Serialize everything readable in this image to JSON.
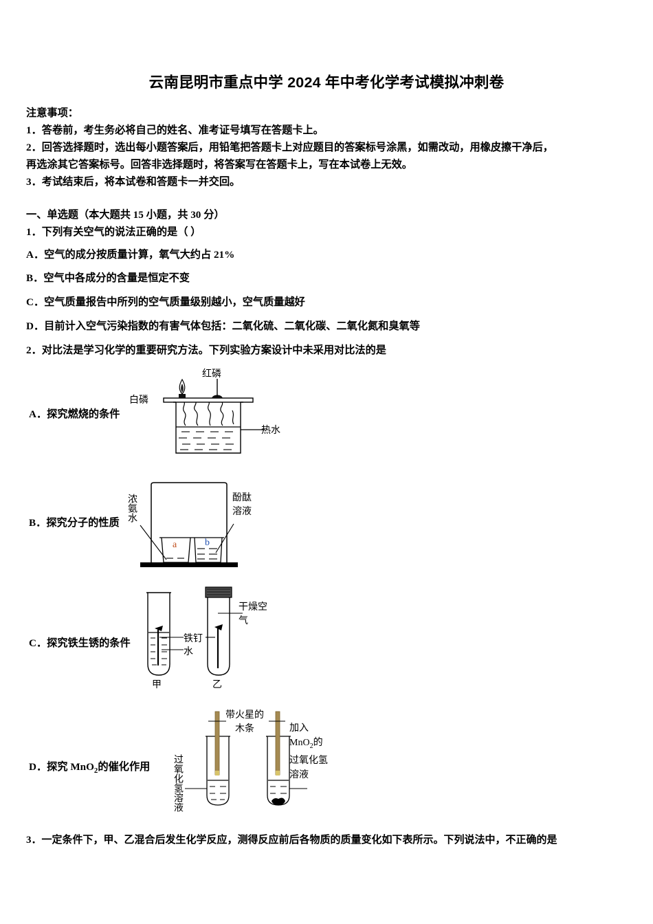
{
  "document": {
    "title": "云南昆明市重点中学 2024 年中考化学考试模拟冲刺卷",
    "notice_heading": "注意事项：",
    "notice_lines": [
      "1．答卷前，考生务必将自己的姓名、准考证号填写在答题卡上。",
      "2．回答选择题时，选出每小题答案后，用铅笔把答题卡上对应题目的答案标号涂黑，如需改动，用橡皮擦干净后，",
      "再选涂其它答案标号。回答非选择题时，将答案写在答题卡上，写在本试卷上无效。",
      "3．考试结束后，将本试卷和答题卡一并交回。"
    ],
    "section_heading": "一、单选题（本大题共 15 小题，共 30 分）"
  },
  "questions": [
    {
      "number": "1．",
      "stem": "下列有关空气的说法正确的是（      ）",
      "options": [
        "A．空气的成分按质量计算，氧气大约占 21%",
        "B．空气中各成分的含量是恒定不变",
        "C．空气质量报告中所列的空气质量级别越小，空气质量越好",
        "D．目前计入空气污染指数的有害气体包括：二氧化硫、二氧化碳、二氧化氮和臭氧等"
      ]
    },
    {
      "number": "2．",
      "stem": "对比法是学习化学的重要研究方法。下列实验方案设计中未采用对比法的是",
      "options_with_figures": [
        {
          "label": "A．探究燃烧的条件",
          "figure_labels": {
            "white_phosphorus": "白磷",
            "red_phosphorus": "红磷",
            "hot_water": "热水"
          }
        },
        {
          "label": "B．探究分子的性质",
          "figure_labels": {
            "ammonia": "浓氨水",
            "phenolphthalein": "酚酞溶液",
            "beaker_a": "a",
            "beaker_b": "b"
          }
        },
        {
          "label": "C．探究铁生锈的条件",
          "figure_labels": {
            "iron_nail": "铁钉",
            "water": "水",
            "dry_air": "干燥空气",
            "tube_left": "甲",
            "tube_right": "乙"
          }
        },
        {
          "label": "D．探究 MnO2 的催化作用",
          "figure_labels": {
            "glowing_splint": "带火星的木条",
            "hydrogen_peroxide": "过氧化氢溶液",
            "with_mno2": "加入 MnO2 的过氧化氢溶液"
          }
        }
      ]
    },
    {
      "number": "3．",
      "stem": "一定条件下，甲、乙混合后发生化学反应，测得反应前后各物质的质量变化如下表所示。下列说法中，不正确的是"
    }
  ],
  "colors": {
    "text": "#000000",
    "splint_wood": "#a58a52",
    "letter_a": "#c0501e",
    "letter_b": "#1f4fb0",
    "background": "#ffffff"
  }
}
